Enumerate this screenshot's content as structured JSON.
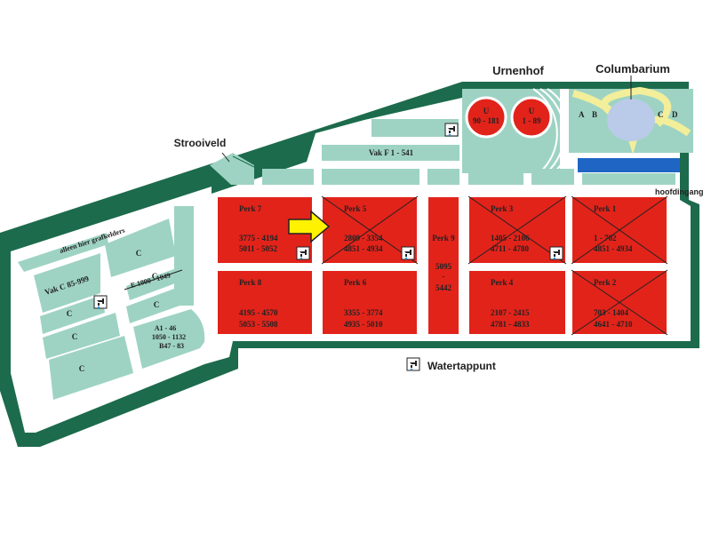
{
  "colors": {
    "border": "#1c6b4c",
    "plot": "#9ed3c3",
    "perk": "#e2231a",
    "path": "#ffffff",
    "column_ring": "#f3ee9a",
    "pond": "#b9cbe8",
    "water_strip": "#1f66c4",
    "arrow": "#fff200"
  },
  "labels": {
    "urnenhof": "Urnenhof",
    "columbarium": "Columbarium",
    "strooiveld": "Strooiveld",
    "hoofdingang": "hoofdingang",
    "grafkelders": "alleen hier grafkelders",
    "watertappunt": "Watertappunt"
  },
  "columbarium_letters": [
    "A",
    "B",
    "C",
    "D"
  ],
  "urns": [
    {
      "letter": "U",
      "range": "90 - 181"
    },
    {
      "letter": "U",
      "range": "1 - 89"
    }
  ],
  "vak_f": "Vak F 1 - 541",
  "perks": [
    {
      "name": "Perk 7",
      "line1": "3775 - 4194",
      "line2": "5011 - 5052",
      "crossed": false,
      "tap": true
    },
    {
      "name": "Perk 5",
      "line1": "2809 - 3354",
      "line2": "4851 - 4934",
      "crossed": true,
      "tap": true
    },
    {
      "name": "Perk 3",
      "line1": "1405 - 2106",
      "line2": "4711 - 4780",
      "crossed": true,
      "tap": true
    },
    {
      "name": "Perk 1",
      "line1": "1 - 702",
      "line2": "4851 - 4934",
      "crossed": true,
      "tap": false
    },
    {
      "name": "Perk 8",
      "line1": "4195 - 4570",
      "line2": "5053 - 5508",
      "crossed": false,
      "tap": false
    },
    {
      "name": "Perk 6",
      "line1": "3355 - 3774",
      "line2": "4935 - 5010",
      "crossed": false,
      "tap": false
    },
    {
      "name": "Perk 4",
      "line1": "2107 - 2415",
      "line2": "4781 - 4833",
      "crossed": false,
      "tap": false
    },
    {
      "name": "Perk 2",
      "line1": "703 - 1404",
      "line2": "4641 - 4710",
      "crossed": true,
      "tap": false
    }
  ],
  "perk9": {
    "name": "Perk 9",
    "line1": "5095",
    "line2": "-",
    "line3": "5442"
  },
  "vak_c": "Vak C 85-999",
  "c_label": "C",
  "e_section": "E 1000 - 1049",
  "a_section": {
    "line1": "A1 - 46",
    "line2": "1050 - 1132",
    "line3": "B47 - 83"
  },
  "marker": {
    "type": "arrow",
    "points_to": "Perk 5"
  },
  "legend_icon": "water-tap-icon"
}
